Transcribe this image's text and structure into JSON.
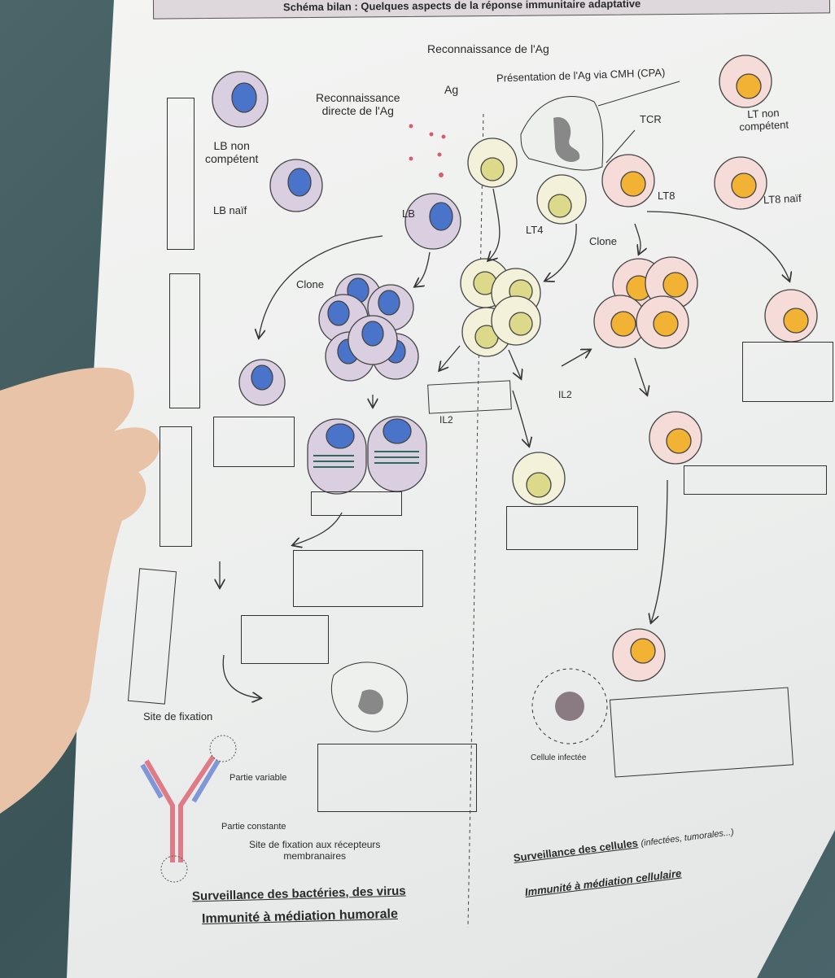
{
  "title": "Schéma bilan : Quelques aspects de la réponse immunitaire adaptative",
  "labels": {
    "recognition": "Reconnaissance de l'Ag",
    "direct_recognition": "Reconnaissance\ndirecte de l'Ag",
    "ag": "Ag",
    "presentation": "Présentation de l'Ag via CMH (CPA)",
    "tcr": "TCR",
    "lt_non_competent": "LT non\ncompétent",
    "lb_non_competent": "LB non\ncompétent",
    "lb_naif": "LB naïf",
    "lb": "LB",
    "lt8": "LT8",
    "lt8_naif": "LT8 naïf",
    "lt4": "LT4",
    "clone_t": "Clone",
    "clone_b": "Clone",
    "il2_right": "IL2",
    "il2_left": "IL2",
    "site_fixation": "Site de fixation",
    "partie_variable": "Partie variable",
    "partie_constante": "Partie constante",
    "site_recepteurs": "Site de fixation aux récepteurs\nmembranaires",
    "cellule_infectee": "Cellule infectée"
  },
  "footer": {
    "humoral_surveillance": "Surveillance des bactéries, des virus",
    "humoral_title": "Immunité à médiation humorale",
    "cellular_surveillance": "Surveillance des cellules",
    "cellular_note": "(infectées, tumorales...)",
    "cellular_title": "Immunité à médiation cellulaire"
  },
  "colors": {
    "lb_cell": "#d9cfe0",
    "lb_nucleus": "#4a74c9",
    "lt4_cell": "#f3f1d9",
    "lt4_nucleus": "#dcd98a",
    "lt8_cell": "#f6dcd8",
    "lt8_nucleus": "#f2b233",
    "antibody_heavy": "#e07a86",
    "antibody_light": "#7f97d6"
  }
}
